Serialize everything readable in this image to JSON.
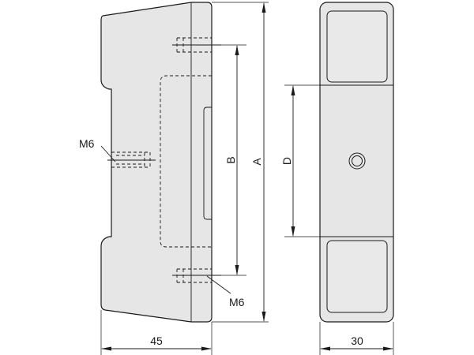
{
  "side_view": {
    "dim_a": "A",
    "dim_b": "B",
    "width": "45",
    "thread_left": "M6",
    "thread_bottom": "M6"
  },
  "front_view": {
    "dim_d": "D",
    "width": "30"
  }
}
